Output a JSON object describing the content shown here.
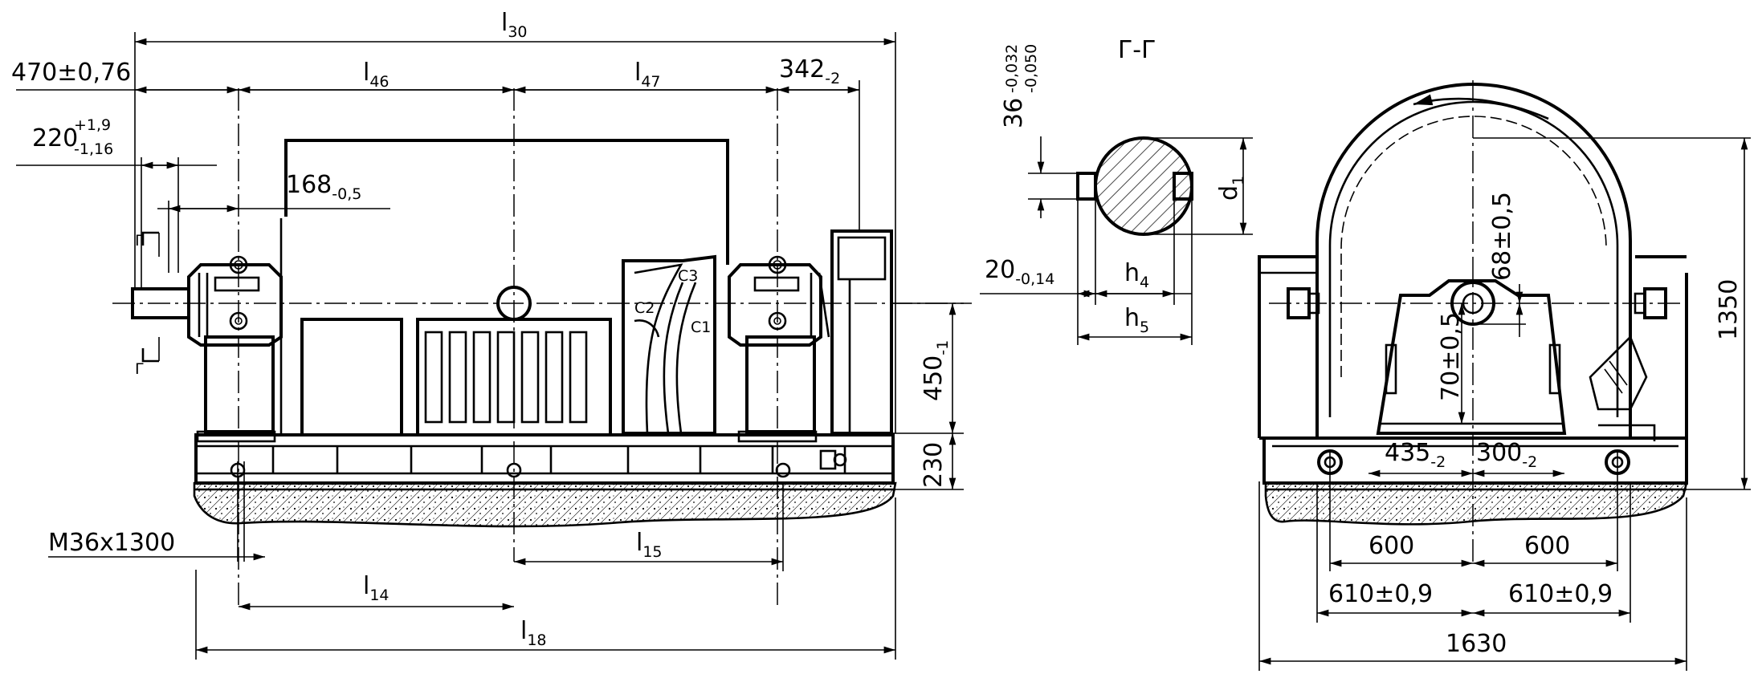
{
  "front_view": {
    "dims": {
      "l30": {
        "base": "l",
        "sub": "30"
      },
      "d470": "470±0,76",
      "l46": {
        "base": "l",
        "sub": "46"
      },
      "l47": {
        "base": "l",
        "sub": "47"
      },
      "d342": {
        "base": "342",
        "sub": "-2"
      },
      "d220": {
        "base": "220",
        "sup": "+1,9",
        "sub": "-1,16"
      },
      "d168": {
        "base": "168",
        "sub": "-0,5"
      },
      "section_mark_top": "Г",
      "section_mark_bottom": "Г",
      "c1": "C1",
      "c2": "C2",
      "c3": "C3",
      "d450": {
        "base": "450",
        "sub": "-1"
      },
      "d230": "230",
      "bolt": "M36x1300",
      "l15": {
        "base": "l",
        "sub": "15"
      },
      "l14": {
        "base": "l",
        "sub": "14"
      },
      "l18": {
        "base": "l",
        "sub": "18"
      }
    }
  },
  "section_view": {
    "title": "Г-Г",
    "dims": {
      "d36": {
        "base": "36",
        "sup": "-0,032",
        "sub": "-0,050"
      },
      "d1": {
        "base": "d",
        "sub": "1"
      },
      "d20": {
        "base": "20",
        "sub": "-0,14"
      },
      "h4": {
        "base": "h",
        "sub": "4"
      },
      "h5": {
        "base": "h",
        "sub": "5"
      }
    }
  },
  "side_view": {
    "dims": {
      "d68": "68±0,5",
      "d70": "70±0,5",
      "d1350": "1350",
      "d435": {
        "base": "435",
        "sub": "-2"
      },
      "d300": {
        "base": "300",
        "sub": "-2"
      },
      "d600_left": "600",
      "d600_right": "600",
      "d610_left": "610±0,9",
      "d610_right": "610±0,9",
      "d1630": "1630"
    }
  }
}
